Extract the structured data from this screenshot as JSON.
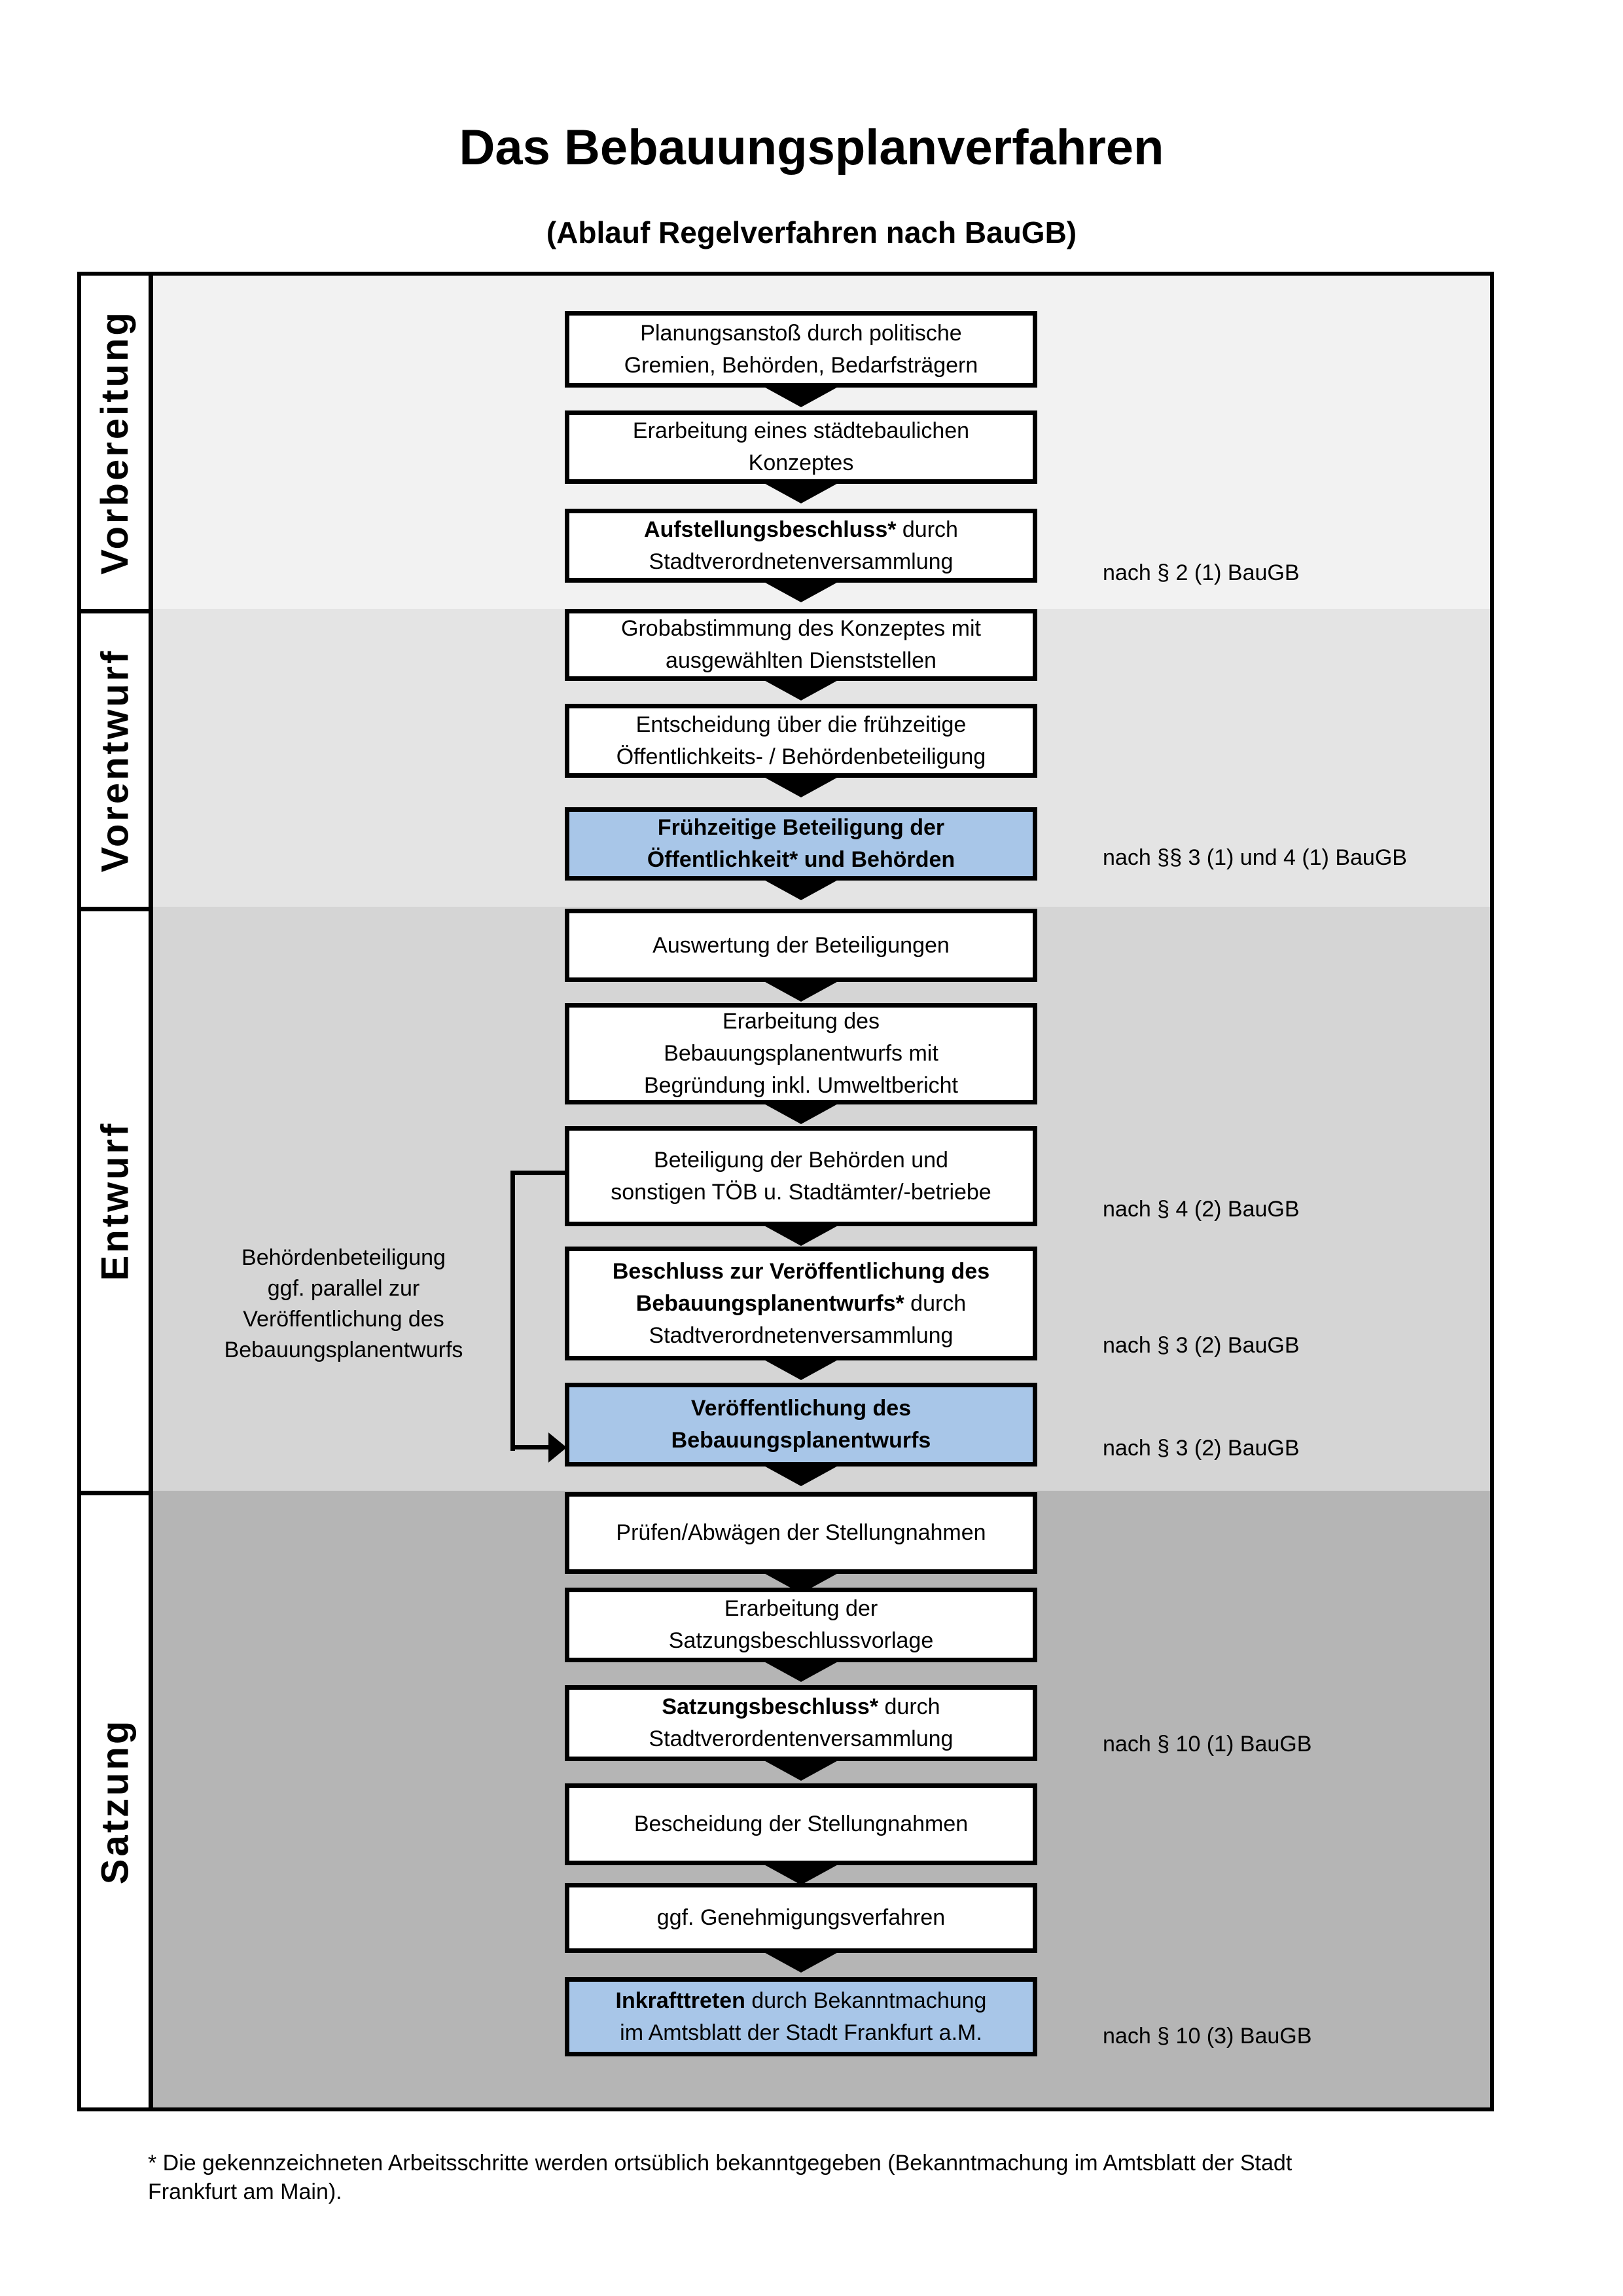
{
  "header": {
    "title": "Das Bebauungsplanverfahren",
    "subtitle": "(Ablauf Regelverfahren nach BauGB)"
  },
  "phases": [
    {
      "label": "Vorbereitung"
    },
    {
      "label": "Vorentwurf"
    },
    {
      "label": "Entwurf"
    },
    {
      "label": "Satzung"
    }
  ],
  "flow": {
    "boxes": [
      {
        "lines": [
          {
            "r": "Planungsanstoß durch politische"
          },
          {
            "r": "Gremien, Behörden, Bedarfsträgern"
          }
        ]
      },
      {
        "lines": [
          {
            "r": "Erarbeitung eines städtebaulichen"
          },
          {
            "r": "Konzeptes"
          }
        ]
      },
      {
        "lines": [
          {
            "b": "Aufstellungsbeschluss*",
            "r": " durch"
          },
          {
            "r": "Stadtverordnetenversammlung"
          }
        ]
      },
      {
        "lines": [
          {
            "r": "Grobabstimmung des Konzeptes mit"
          },
          {
            "r": "ausgewählten Dienststellen"
          }
        ]
      },
      {
        "lines": [
          {
            "r": "Entscheidung über die frühzeitige"
          },
          {
            "r": "Öffentlichkeits- / Behördenbeteiligung"
          }
        ]
      },
      {
        "lines": [
          {
            "b": "Frühzeitige Beteiligung der"
          },
          {
            "b": "Öffentlichkeit* und Behörden"
          }
        ]
      },
      {
        "lines": [
          {
            "r": "Auswertung der Beteiligungen"
          }
        ]
      },
      {
        "lines": [
          {
            "r": "Erarbeitung des"
          },
          {
            "r": "Bebauungsplanentwurfs mit"
          },
          {
            "r": "Begründung inkl. Umweltbericht"
          }
        ]
      },
      {
        "lines": [
          {
            "r": "Beteiligung der Behörden und"
          },
          {
            "r": "sonstigen TÖB u. Stadtämter/-betriebe"
          }
        ]
      },
      {
        "lines": [
          {
            "b": "Beschluss zur Veröffentlichung des"
          },
          {
            "b": "Bebauungsplanentwurfs*",
            "r": " durch"
          },
          {
            "r": "Stadtverordnetenversammlung"
          }
        ]
      },
      {
        "lines": [
          {
            "b": "Veröffentlichung des"
          },
          {
            "b": "Bebauungsplanentwurfs"
          }
        ]
      },
      {
        "lines": [
          {
            "r": "Prüfen/Abwägen der Stellungnahmen"
          }
        ]
      },
      {
        "lines": [
          {
            "r": "Erarbeitung der"
          },
          {
            "r": "Satzungsbeschlussvorlage"
          }
        ]
      },
      {
        "lines": [
          {
            "b": "Satzungsbeschluss*",
            "r": " durch"
          },
          {
            "r": "Stadtverordentenversammlung"
          }
        ]
      },
      {
        "lines": [
          {
            "r": "Bescheidung der Stellungnahmen"
          }
        ]
      },
      {
        "lines": [
          {
            "r": "ggf. Genehmigungsverfahren"
          }
        ]
      },
      {
        "lines": [
          {
            "b": "Inkrafttreten",
            "r": " durch Bekanntmachung"
          },
          {
            "r": "im Amtsblatt der Stadt Frankfurt a.M."
          }
        ]
      }
    ]
  },
  "legal_refs": [
    {
      "text": "nach § 2 (1) BauGB"
    },
    {
      "text": "nach §§ 3 (1) und 4 (1) BauGB"
    },
    {
      "text": "nach § 4 (2) BauGB"
    },
    {
      "text": "nach § 3 (2) BauGB"
    },
    {
      "text": "nach § 3 (2) BauGB"
    },
    {
      "text": "nach § 10 (1) BauGB"
    },
    {
      "text": "nach § 10 (3) BauGB"
    }
  ],
  "side_note": {
    "lines": [
      "Behördenbeteiligung",
      "ggf. parallel zur",
      "Veröffentlichung des",
      "Bebauungsplanentwurfs"
    ]
  },
  "footnote": {
    "line1": "* Die gekennzeichneten Arbeitsschritte werden ortsüblich bekanntgegeben (Bekanntmachung im Amtsblatt der Stadt",
    "line2": "Frankfurt am Main)."
  },
  "colors": {
    "highlight_blue": "#a8c6e8",
    "phase_backgrounds": [
      "#f2f2f2",
      "#e4e4e4",
      "#d5d5d5",
      "#b5b5b5"
    ],
    "border_black": "#000000"
  }
}
